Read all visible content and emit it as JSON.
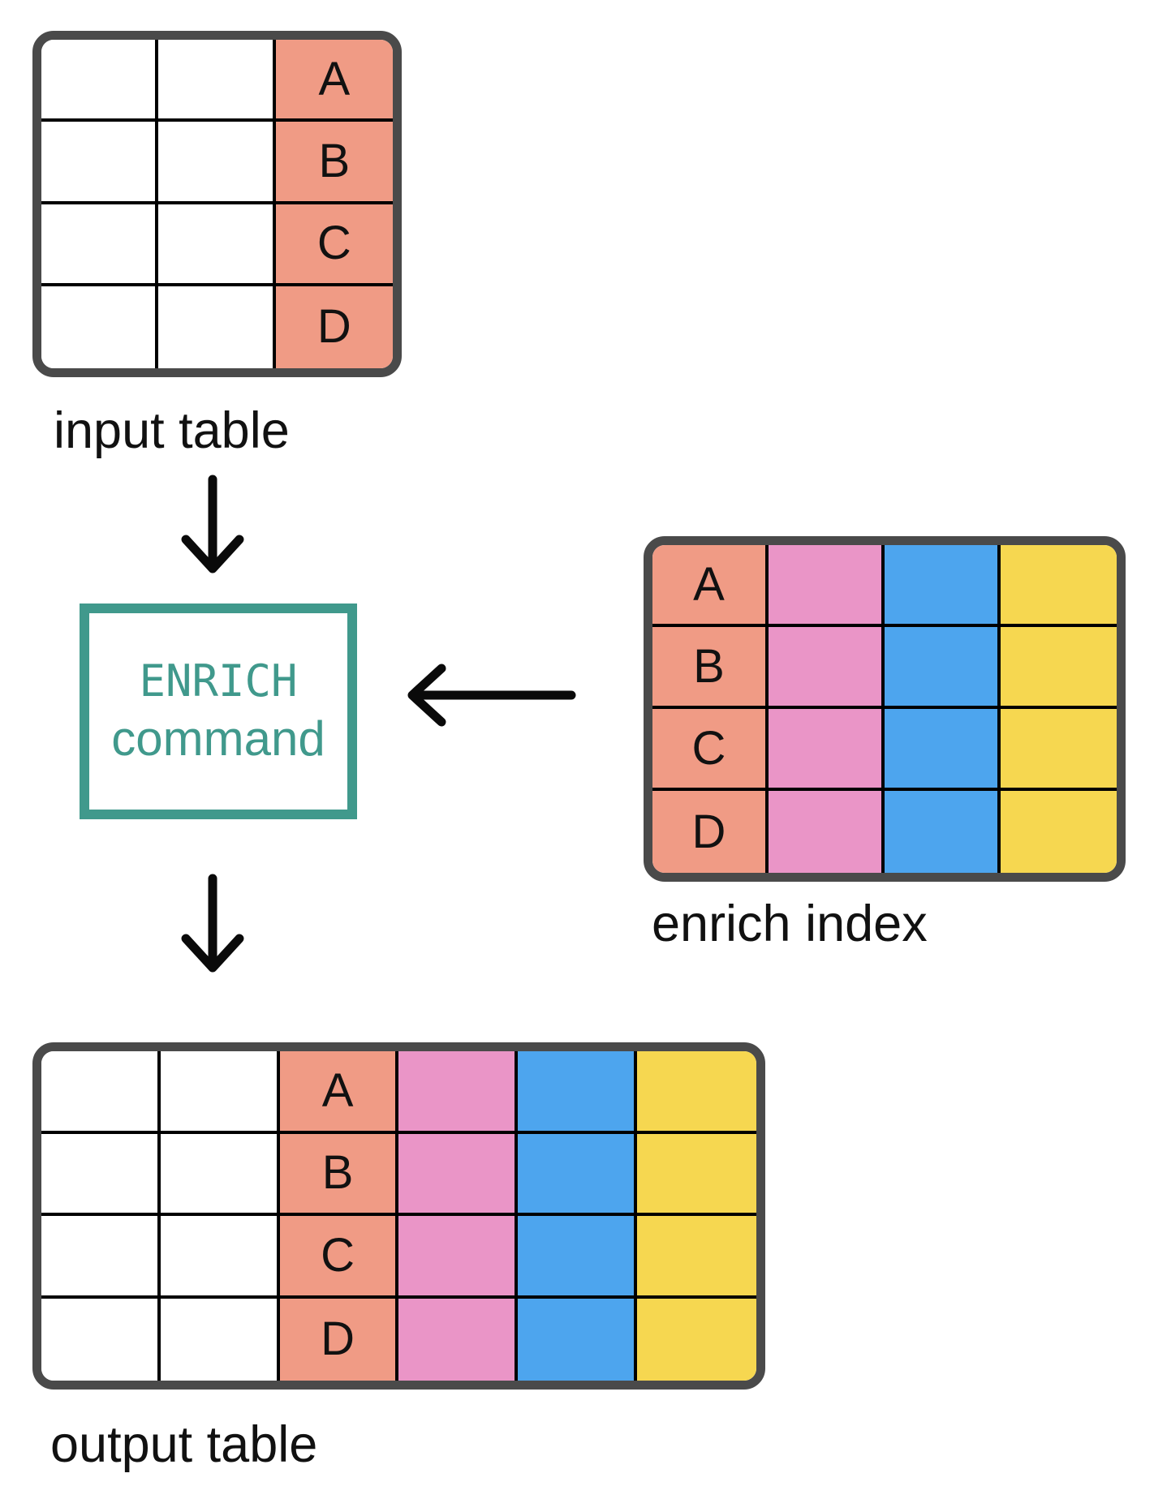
{
  "colors": {
    "salmon": "#F09B85",
    "pink": "#EA95C7",
    "blue": "#4DA5EE",
    "yellow": "#F6D750",
    "teal_accent": "#40998C",
    "table_border": "#4A4A4A",
    "grid_line": "#000000",
    "text": "#111111",
    "arrow": "#0A0A0A"
  },
  "input_table": {
    "label": "input table",
    "rows": 4,
    "columns": 3,
    "key_column_index": 2,
    "keys": [
      "A",
      "B",
      "C",
      "D"
    ],
    "column_colors": [
      "#FFFFFF",
      "#FFFFFF",
      "#F09B85"
    ]
  },
  "enrich_index": {
    "label": "enrich index",
    "rows": 4,
    "columns": 4,
    "key_column_index": 0,
    "keys": [
      "A",
      "B",
      "C",
      "D"
    ],
    "column_colors": [
      "#F09B85",
      "#EA95C7",
      "#4DA5EE",
      "#F6D750"
    ]
  },
  "command_box": {
    "line1": "ENRICH",
    "line2": "command",
    "accent": "#40998C"
  },
  "output_table": {
    "label": "output table",
    "rows": 4,
    "columns": 6,
    "key_column_index": 2,
    "keys": [
      "A",
      "B",
      "C",
      "D"
    ],
    "column_colors": [
      "#FFFFFF",
      "#FFFFFF",
      "#F09B85",
      "#EA95C7",
      "#4DA5EE",
      "#F6D750"
    ]
  },
  "icons": {
    "flow_down_1": "arrow-down-icon",
    "flow_down_2": "arrow-down-icon",
    "flow_left": "arrow-left-icon"
  }
}
